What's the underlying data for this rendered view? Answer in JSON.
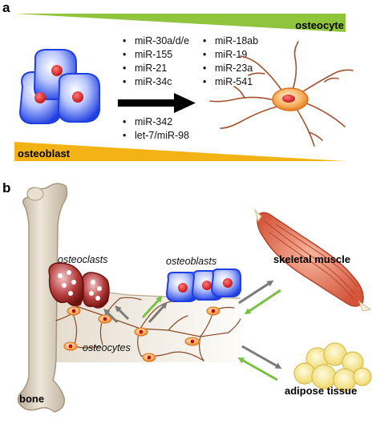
{
  "panel_a": {
    "letter": "a",
    "top_band_label": "osteocyte",
    "bottom_band_label": "osteoblast",
    "mirnas_left_top": [
      "miR-30a/d/e",
      "miR-155",
      "miR-21",
      "miR-34c"
    ],
    "mirnas_right_top": [
      "miR-18ab",
      "miR-19",
      "miR-23a",
      "miR-541"
    ],
    "mirnas_bottom": [
      "miR-342",
      "let-7/miR-98"
    ]
  },
  "panel_b": {
    "letter": "b",
    "labels": {
      "osteoclasts": "osteoclasts",
      "osteoblasts": "osteoblasts",
      "osteocytes": "osteocytes",
      "bone": "bone",
      "skeletal_muscle": "skeletal muscle",
      "adipose_tissue": "adipose tissue"
    }
  },
  "colors": {
    "green_band": "#8fc43c",
    "orange_band": "#f3b315",
    "cell_blue": "#1f3fe0",
    "nucleus_red": "#e01b1b",
    "osteocyte_orange": "#f08a2a",
    "arrow_green": "#7ac143",
    "arrow_gray": "#7a7a7a",
    "bone": "#d9cdbb",
    "osteoclast_red": "#8e1b1b",
    "muscle": "#e8765a",
    "fat": "#f6ea9a"
  }
}
